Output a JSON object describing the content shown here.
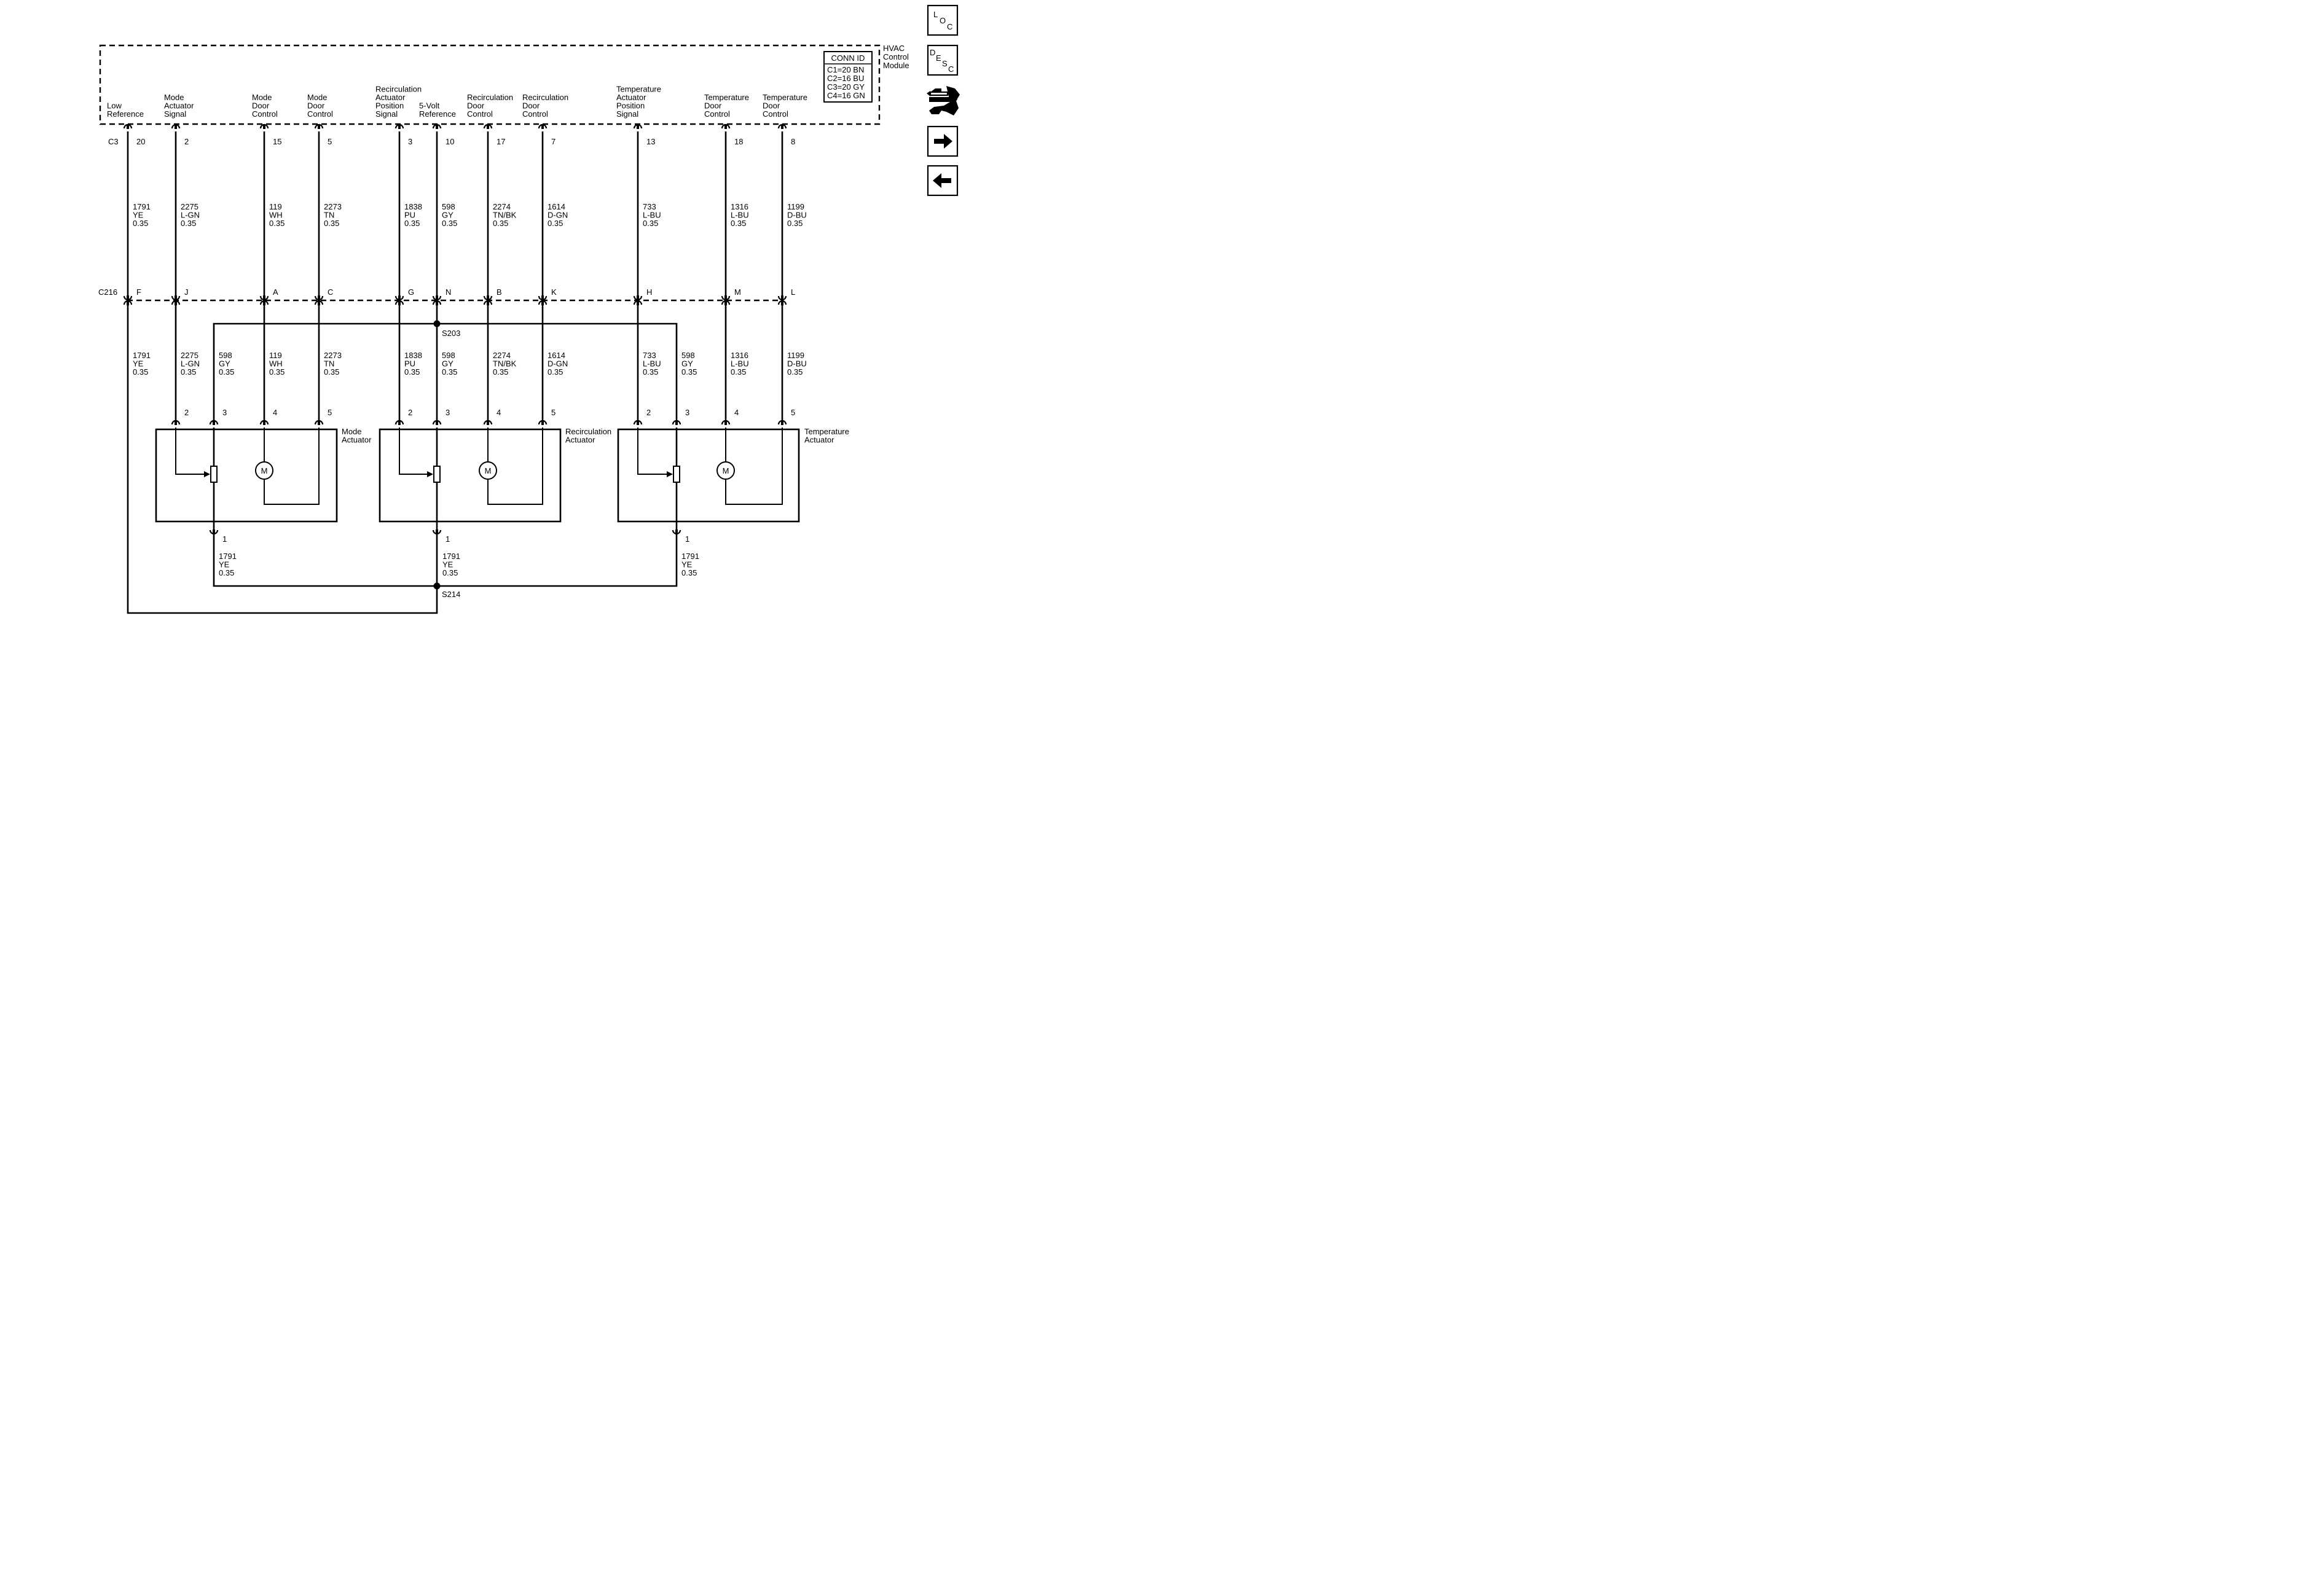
{
  "module": {
    "label": [
      "HVAC",
      "Control",
      "Module"
    ]
  },
  "conn_id": {
    "title": "CONN ID",
    "rows": [
      "C1=20 BN",
      "C2=16 BU",
      "C3=20 GY",
      "C4=16 GN"
    ]
  },
  "nav": {
    "loc": {
      "letters": [
        "L",
        "O",
        "C"
      ]
    },
    "desc": {
      "letters": [
        "D",
        "E",
        "S",
        "C"
      ]
    },
    "connector_icon": "connector-wrench-icon",
    "forward_icon": "arrow-right-icon",
    "back_icon": "arrow-left-icon"
  },
  "connectors": {
    "top": "C3",
    "mid": "C216"
  },
  "splices": {
    "upper": "S203",
    "lower": "S214"
  },
  "circuits": [
    {
      "label": [
        "Low",
        "Reference"
      ],
      "pin_top": "20",
      "pin_mid": "F",
      "upper_wire": [
        "1791",
        "YE",
        "0.35"
      ],
      "lower_wire": [
        "1791",
        "YE",
        "0.35"
      ]
    },
    {
      "label": [
        "Mode",
        "Actuator",
        "Signal"
      ],
      "pin_top": "2",
      "pin_mid": "J",
      "upper_wire": [
        "2275",
        "L-GN",
        "0.35"
      ],
      "lower_wire": [
        "2275",
        "L-GN",
        "0.35"
      ]
    },
    {
      "label": [
        "Mode",
        "Door",
        "Control"
      ],
      "pin_top": "15",
      "pin_mid": "A",
      "upper_wire": [
        "119",
        "WH",
        "0.35"
      ],
      "lower_wire": [
        "119",
        "WH",
        "0.35"
      ]
    },
    {
      "label": [
        "Mode",
        "Door",
        "Control"
      ],
      "pin_top": "5",
      "pin_mid": "C",
      "upper_wire": [
        "2273",
        "TN",
        "0.35"
      ],
      "lower_wire": [
        "2273",
        "TN",
        "0.35"
      ]
    },
    {
      "label": [
        "Recirculation",
        "Actuator",
        "Position",
        "Signal"
      ],
      "pin_top": "3",
      "pin_mid": "G",
      "upper_wire": [
        "1838",
        "PU",
        "0.35"
      ],
      "lower_wire": [
        "1838",
        "PU",
        "0.35"
      ]
    },
    {
      "label": [
        "5-Volt",
        "Reference"
      ],
      "pin_top": "10",
      "pin_mid": "N",
      "upper_wire": [
        "598",
        "GY",
        "0.35"
      ],
      "lower_wire": [
        "598",
        "GY",
        "0.35"
      ]
    },
    {
      "label": [
        "Recirculation",
        "Door",
        "Control"
      ],
      "pin_top": "17",
      "pin_mid": "B",
      "upper_wire": [
        "2274",
        "TN/BK",
        "0.35"
      ],
      "lower_wire": [
        "2274",
        "TN/BK",
        "0.35"
      ]
    },
    {
      "label": [
        "Recirculation",
        "Door",
        "Control"
      ],
      "pin_top": "7",
      "pin_mid": "K",
      "upper_wire": [
        "1614",
        "D-GN",
        "0.35"
      ],
      "lower_wire": [
        "1614",
        "D-GN",
        "0.35"
      ]
    },
    {
      "label": [
        "Temperature",
        "Actuator",
        "Position",
        "Signal"
      ],
      "pin_top": "13",
      "pin_mid": "H",
      "upper_wire": [
        "733",
        "L-BU",
        "0.35"
      ],
      "lower_wire": [
        "733",
        "L-BU",
        "0.35"
      ]
    },
    {
      "label": [
        "Temperature",
        "Door",
        "Control"
      ],
      "pin_top": "18",
      "pin_mid": "M",
      "upper_wire": [
        "1316",
        "L-BU",
        "0.35"
      ],
      "lower_wire": [
        "1316",
        "L-BU",
        "0.35"
      ]
    },
    {
      "label": [
        "Temperature",
        "Door",
        "Control"
      ],
      "pin_top": "8",
      "pin_mid": "L",
      "upper_wire": [
        "1199",
        "D-BU",
        "0.35"
      ],
      "lower_wire": [
        "1199",
        "D-BU",
        "0.35"
      ]
    }
  ],
  "branch_wires": [
    [
      "598",
      "GY",
      "0.35"
    ],
    [
      "598",
      "GY",
      "0.35"
    ]
  ],
  "actuators": [
    {
      "label": [
        "Mode",
        "Actuator"
      ],
      "pins": [
        "2",
        "3",
        "4",
        "5"
      ],
      "ground_pin": "1",
      "ground_wire": [
        "1791",
        "YE",
        "0.35"
      ],
      "motor": "M"
    },
    {
      "label": [
        "Recirculation",
        "Actuator"
      ],
      "pins": [
        "2",
        "3",
        "4",
        "5"
      ],
      "ground_pin": "1",
      "ground_wire": [
        "1791",
        "YE",
        "0.35"
      ],
      "motor": "M"
    },
    {
      "label": [
        "Temperature",
        "Actuator"
      ],
      "pins": [
        "2",
        "3",
        "4",
        "5"
      ],
      "ground_pin": "1",
      "ground_wire": [
        "1791",
        "YE",
        "0.35"
      ],
      "motor": "M"
    }
  ]
}
